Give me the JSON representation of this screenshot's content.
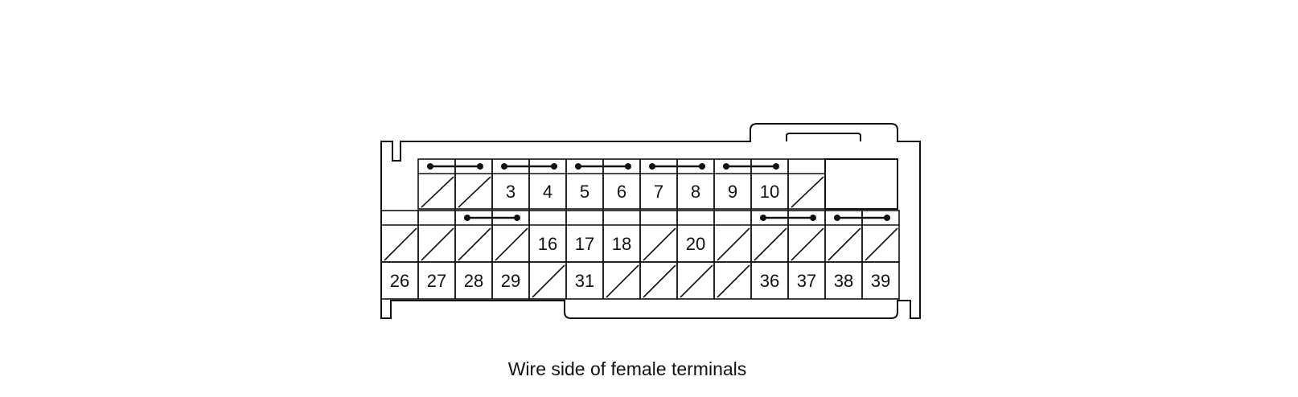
{
  "caption": "Wire side of female terminals",
  "colors": {
    "line": "#111111",
    "background": "#ffffff"
  },
  "connector": {
    "rows": [
      {
        "name": "row-1",
        "pins": [
          "",
          "",
          "3",
          "4",
          "5",
          "6",
          "7",
          "8",
          "9",
          "10",
          ""
        ]
      },
      {
        "name": "row-2",
        "pins": [
          "",
          "",
          "",
          "",
          "16",
          "17",
          "18",
          "",
          "20",
          "",
          "",
          "",
          "",
          ""
        ]
      },
      {
        "name": "row-3",
        "pins": [
          "26",
          "27",
          "28",
          "29",
          "",
          "31",
          "",
          "",
          "",
          "",
          "36",
          "37",
          "38",
          "39"
        ]
      }
    ]
  }
}
